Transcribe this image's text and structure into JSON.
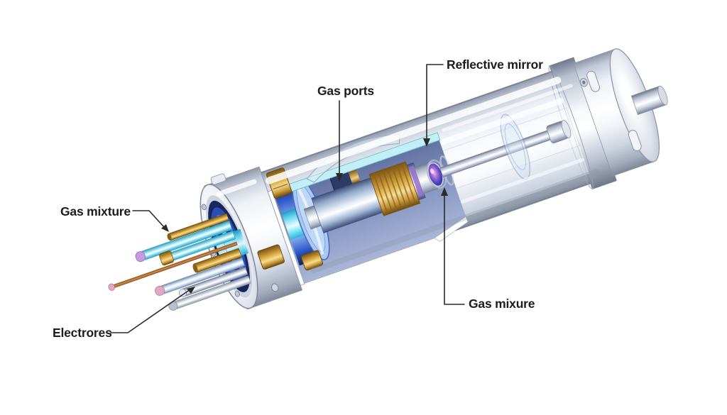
{
  "figure": {
    "subject": "Gas laser tube cutaway illustration",
    "background_color": "#ffffff",
    "labels": {
      "reflective_mirror": "Reflective mirror",
      "gas_ports": "Gas ports",
      "gas_mixture_left": "Gas mixture",
      "electrodes": "Electrores",
      "gas_mixture_right": "Gas mixure"
    },
    "colors": {
      "shell_silver": "#cdd3df",
      "shell_edge": "#8a93a5",
      "inner_glass_blue": "#2c57c8",
      "inner_navy": "#18255e",
      "bore_cyan": "#5fd2ec",
      "cut_edge_cyan": "#c2eff6",
      "coil_copper": "#c89838",
      "brass_clamp": "#b8862c",
      "copper_wire": "#b87333",
      "lens_violet": "#4a3fbf",
      "lens_highlight": "#f2b6e0",
      "label_text": "#1c1c1c",
      "leader_line": "#2a2a2a"
    }
  }
}
